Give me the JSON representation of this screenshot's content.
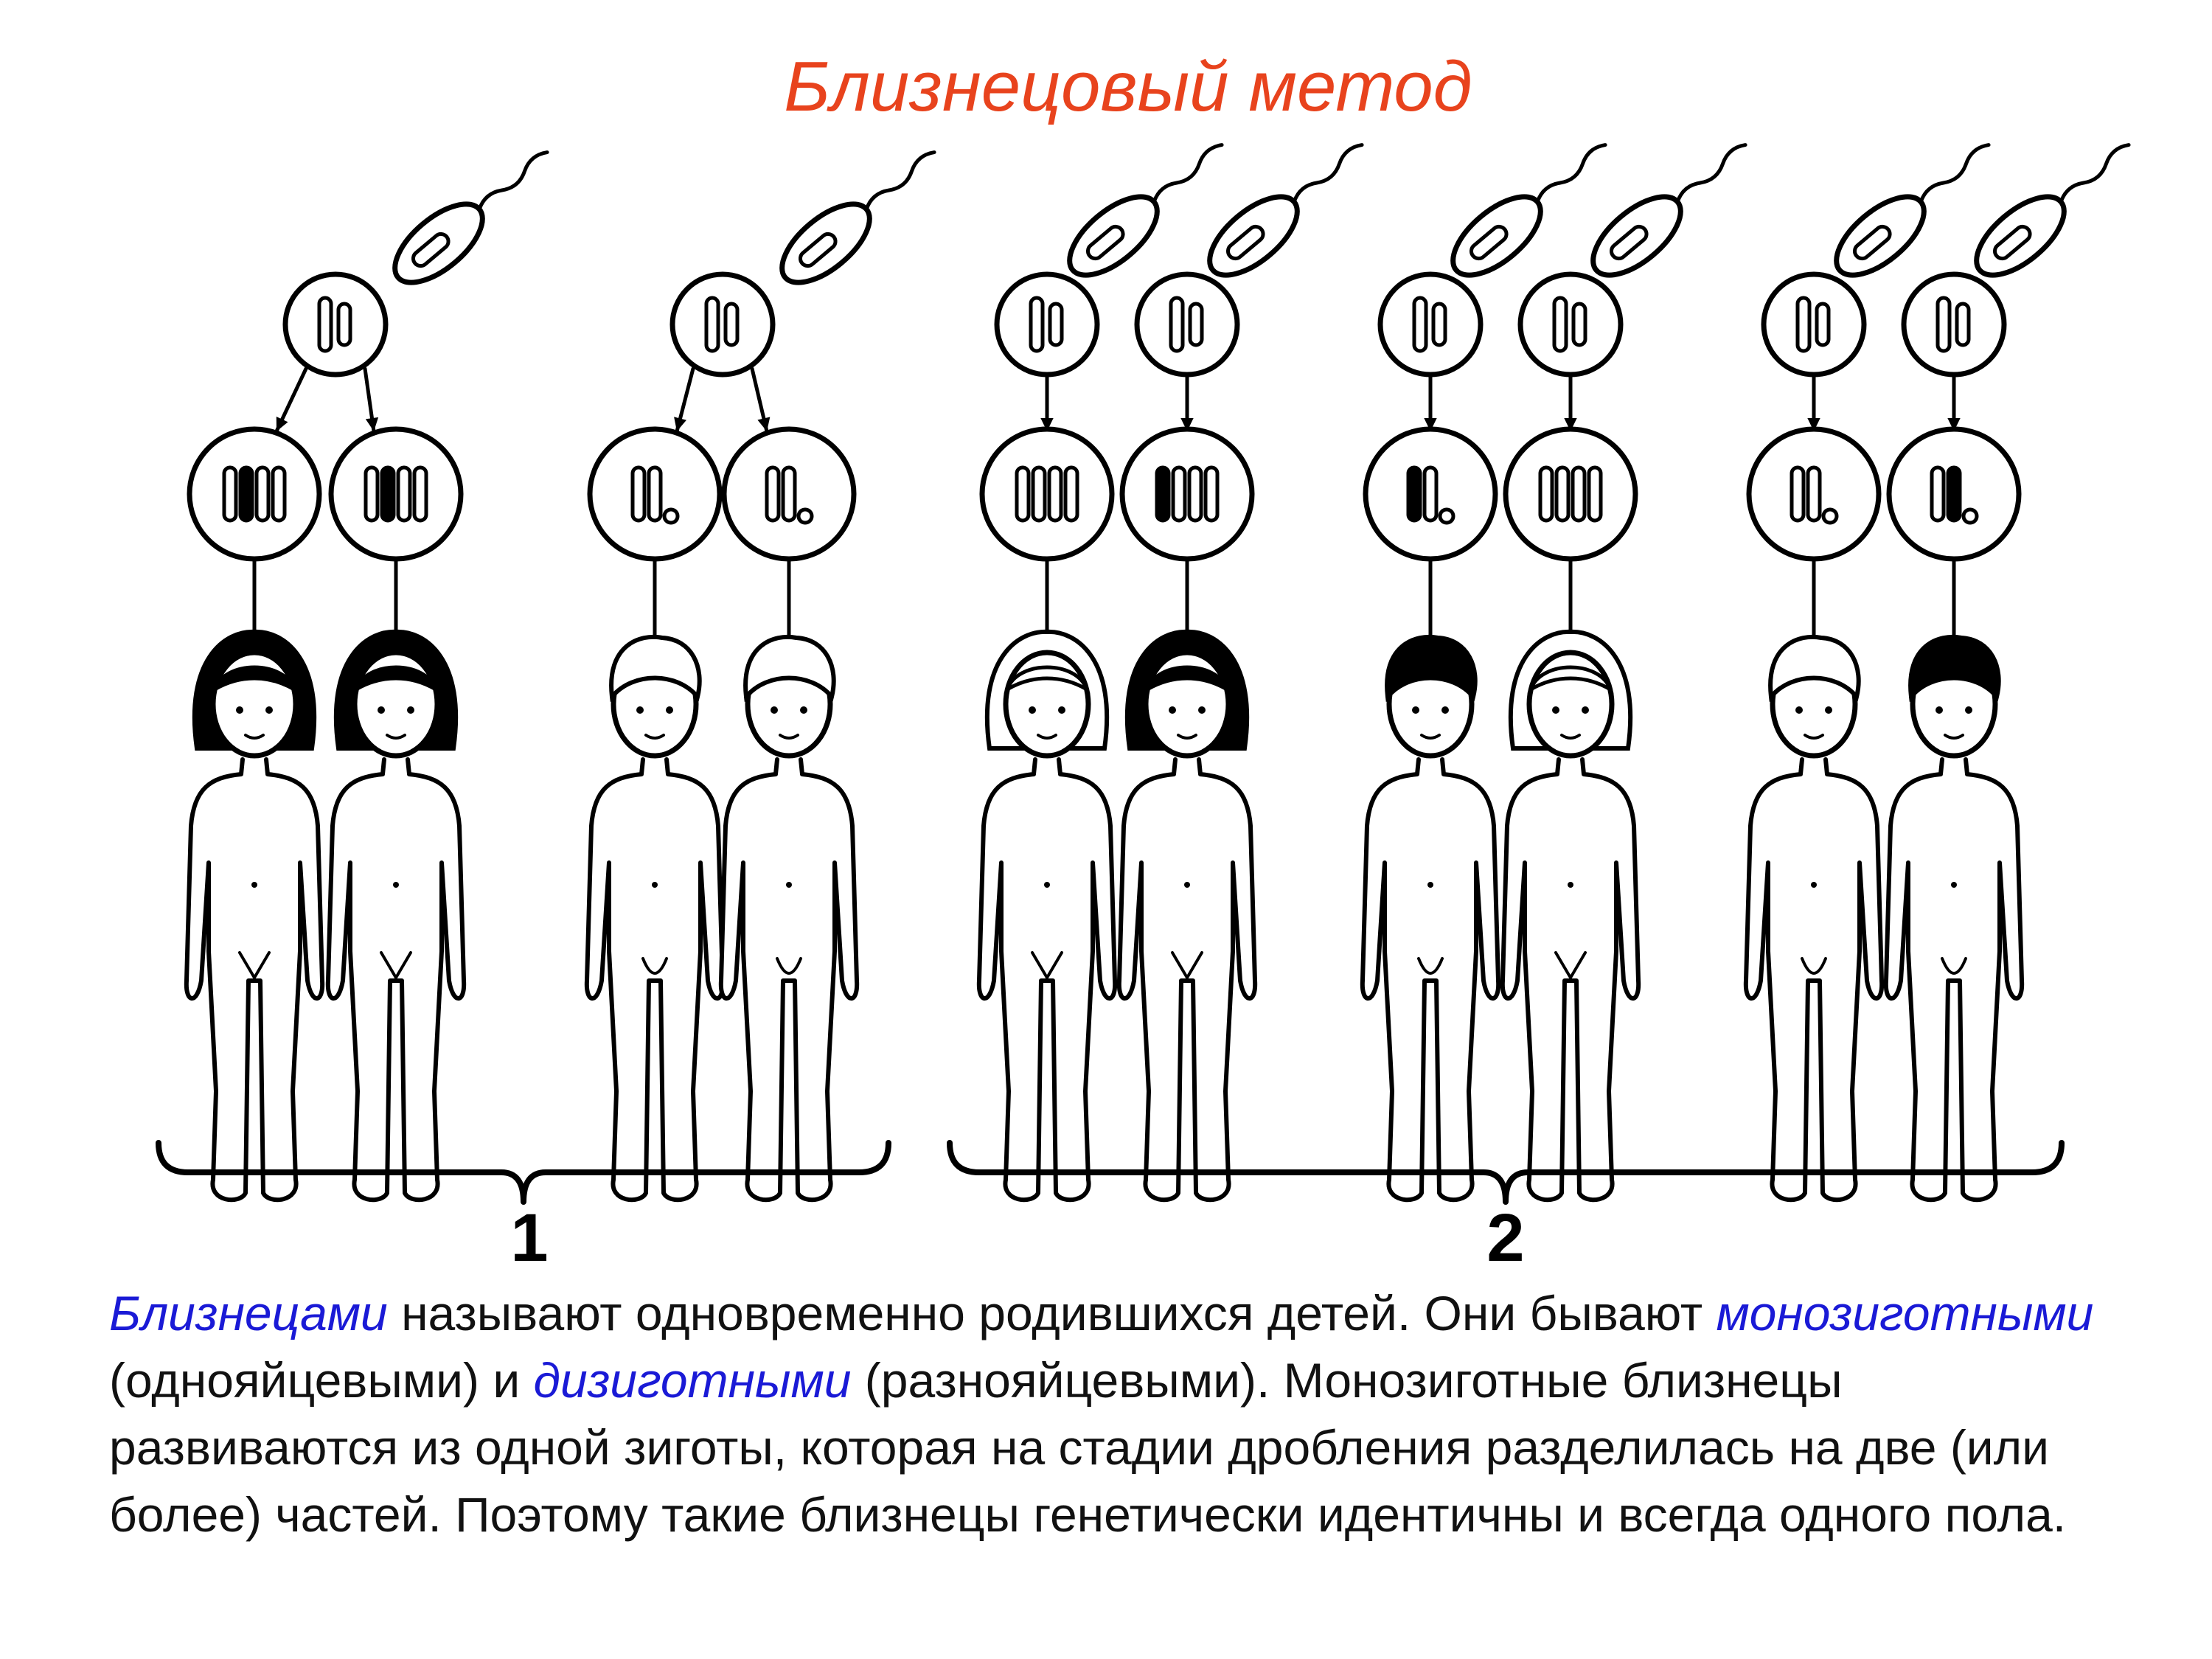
{
  "title": "Близнецовый метод",
  "colors": {
    "title": "#e8431d",
    "term": "#1a1ad6",
    "text": "#111111",
    "line": "#000000"
  },
  "groups": [
    {
      "label": "1",
      "kind": "monozygotic",
      "pairs": 2
    },
    {
      "label": "2",
      "kind": "dizygotic",
      "pairs": 3
    }
  ],
  "caption": {
    "t1": "Близнецами",
    "s1": " называют одновременно родившихся детей. Они бывают ",
    "t2": "монозиготными",
    "s2": " (однояйцевыми) и ",
    "t3": "дизиготными",
    "s3": " (разнояйцевыми).",
    "s4": " Монозиготные близнецы развиваются из одной зиготы, которая на стадии дробления разделилась на две (или более) частей. Поэтому такие близнецы генетически идентичны и всегда одного пола."
  }
}
